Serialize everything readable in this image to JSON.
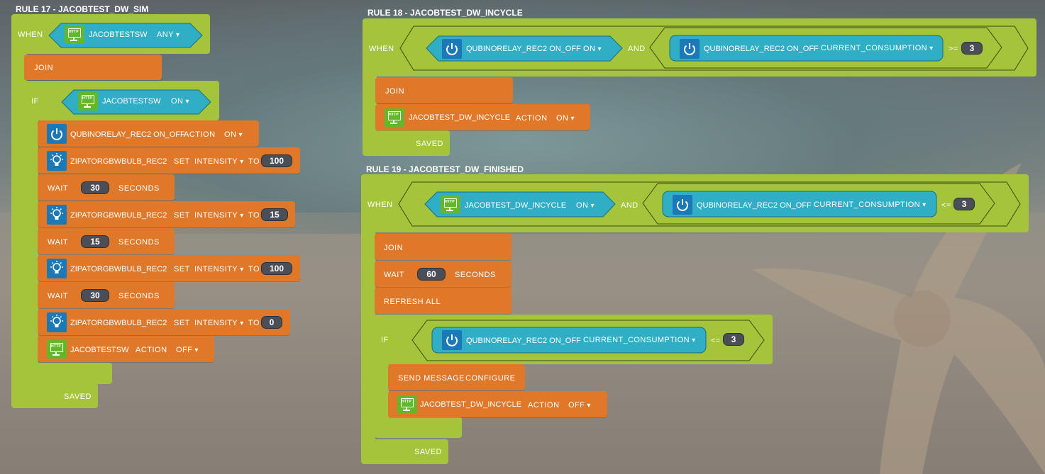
{
  "rules": {
    "r17": {
      "title": "RULE 17 - JACOBTEST_DW_SIM",
      "when": "WHEN",
      "trigger_device": "JACOBTESTSW",
      "trigger_state": "ANY",
      "join": "JOIN",
      "if": "IF",
      "cond_device": "JACOBTESTSW",
      "cond_state": "ON",
      "a1_device": "QUBINORELAY_REC2 ON_OFF",
      "a1_action": "ACTION",
      "a1_value": "ON",
      "a2_device": "ZIPATORGBWBULB_REC2",
      "a2_set": "SET",
      "a2_prop": "INTENSITY",
      "a2_to": "TO",
      "a2_value": "100",
      "w1_wait": "WAIT",
      "w1_value": "30",
      "w1_unit": "SECONDS",
      "a3_device": "ZIPATORGBWBULB_REC2",
      "a3_set": "SET",
      "a3_prop": "INTENSITY",
      "a3_to": "TO",
      "a3_value": "15",
      "w2_wait": "WAIT",
      "w2_value": "15",
      "w2_unit": "SECONDS",
      "a4_device": "ZIPATORGBWBULB_REC2",
      "a4_set": "SET",
      "a4_prop": "INTENSITY",
      "a4_to": "TO",
      "a4_value": "100",
      "w3_wait": "WAIT",
      "w3_value": "30",
      "w3_unit": "SECONDS",
      "a5_device": "ZIPATORGBWBULB_REC2",
      "a5_set": "SET",
      "a5_prop": "INTENSITY",
      "a5_to": "TO",
      "a5_value": "0",
      "a6_device": "JACOBTESTSW",
      "a6_action": "ACTION",
      "a6_value": "OFF",
      "saved": "SAVED"
    },
    "r18": {
      "title": "RULE 18 - JACOBTEST_DW_INCYCLE",
      "when": "WHEN",
      "c1_device": "QUBINORELAY_REC2 ON_OFF",
      "c1_state": "ON",
      "and": "AND",
      "c2_device": "QUBINORELAY_REC2 ON_OFF",
      "c2_prop": "CURRENT_CONSUMPTION",
      "c2_op": ">=",
      "c2_value": "3",
      "join": "JOIN",
      "a1_device": "JACOBTEST_DW_INCYCLE",
      "a1_action": "ACTION",
      "a1_value": "ON",
      "saved": "SAVED"
    },
    "r19": {
      "title": "RULE 19 - JACOBTEST_DW_FINISHED",
      "when": "WHEN",
      "c1_device": "JACOBTEST_DW_INCYCLE",
      "c1_state": "ON",
      "and": "AND",
      "c2_device": "QUBINORELAY_REC2 ON_OFF",
      "c2_prop": "CURRENT_CONSUMPTION",
      "c2_op": "<=",
      "c2_value": "3",
      "join": "JOIN",
      "w1_wait": "WAIT",
      "w1_value": "60",
      "w1_unit": "SECONDS",
      "refresh": "REFRESH ALL",
      "if": "IF",
      "if_device": "QUBINORELAY_REC2 ON_OFF",
      "if_prop": "CURRENT_CONSUMPTION",
      "if_op": "<=",
      "if_value": "3",
      "msg": "SEND MESSAGE",
      "msg_target": "CONFIGURE",
      "a1_device": "JACOBTEST_DW_INCYCLE",
      "a1_action": "ACTION",
      "a1_value": "OFF",
      "saved": "SAVED"
    }
  },
  "colors": {
    "block_green": "#a4c43b",
    "block_orange": "#e0782a",
    "block_teal": "#2faec6",
    "icon_green": "#62b82a",
    "icon_blue": "#1b79b8",
    "pill": "#4b4e56"
  },
  "icons": [
    "http-device-icon",
    "power-icon",
    "bulb-icon"
  ]
}
